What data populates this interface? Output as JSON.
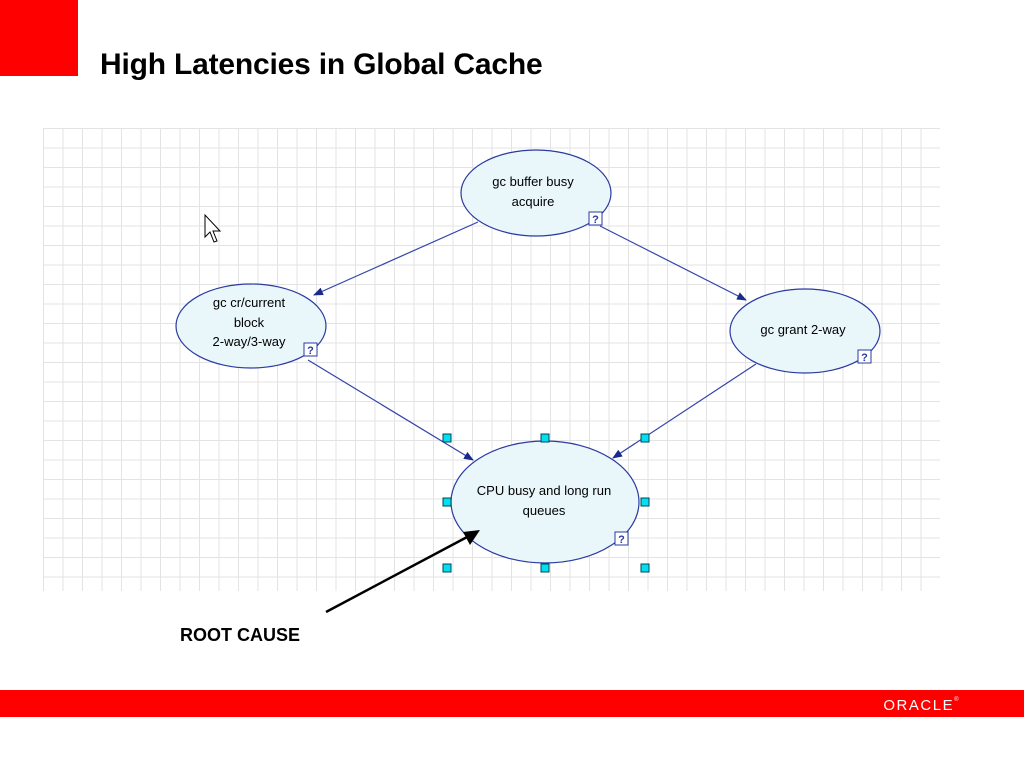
{
  "slide": {
    "title": "High Latencies in Global Cache",
    "root_cause_label": "ROOT CAUSE",
    "brand": "ORACLE",
    "accent_color": "#ff0000"
  },
  "diagram": {
    "nodes": [
      {
        "id": "buffer_busy",
        "lines": [
          "gc buffer busy",
          "acquire"
        ]
      },
      {
        "id": "cr_current",
        "lines": [
          "gc cr/current",
          "block",
          "2-way/3-way"
        ]
      },
      {
        "id": "grant",
        "lines": [
          "gc grant 2-way"
        ]
      },
      {
        "id": "cpu_busy",
        "lines": [
          "CPU busy and long run",
          "queues"
        ]
      }
    ],
    "node_fill": "#e9f7fb",
    "node_stroke": "#2a3aa0",
    "help_icon": "question-mark-icon",
    "selected_node": "cpu_busy"
  }
}
